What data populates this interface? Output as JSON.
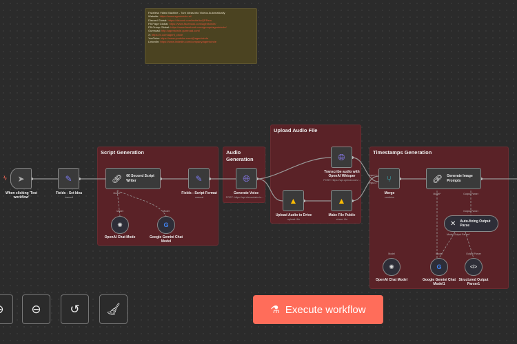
{
  "note": {
    "title": "Faceless Video Machine - Turn Ideas into Videos Automatically",
    "links": [
      {
        "label": "Website:",
        "url": "https://www.agentcircle.ai/"
      },
      {
        "label": "Discord Global:",
        "url": "https://discord.com/invite/bzQPPem"
      },
      {
        "label": "FB Page Global:",
        "url": "https://www.facebook.com/agentcircle/"
      },
      {
        "label": "FB Group Global:",
        "url": "https://www.facebook.com/groups/agentcircle/"
      },
      {
        "label": "Gumroad:",
        "url": "http://agentcircle.gumroad.com/"
      },
      {
        "label": "X:",
        "url": "https://x.com/agent_circle"
      },
      {
        "label": "YouTube:",
        "url": "https://www.youtube.com/@agentcircle"
      },
      {
        "label": "LinkedIn:",
        "url": "https://www.linkedin.com/company/agentcircle"
      }
    ]
  },
  "groups": {
    "script": "Script Generation",
    "audio": "Audio Generation",
    "upload": "Upload Audio File",
    "timestamps": "Timestamps Generation"
  },
  "nodes": {
    "trigger": {
      "label": "When clicking 'Test workflow'"
    },
    "set_idea": {
      "label": "Fields - Set Idea",
      "sub": "manual"
    },
    "script_writer": {
      "label": "60 Second Script Writer"
    },
    "script_format": {
      "label": "Fields - Script Format",
      "sub": "manual"
    },
    "generate_voice": {
      "label": "Generate Voice",
      "sub": "POST: https://api.elevenlabs.io..."
    },
    "transcribe": {
      "label": "Transcribe audio with OpenAI Whisper",
      "sub": "POST: https://api.openai.com/..."
    },
    "upload_drive": {
      "label": "Upload Audio to Drive",
      "sub": "upload: file"
    },
    "make_public": {
      "label": "Make File Public",
      "sub": "share: file"
    },
    "merge": {
      "label": "Merge",
      "sub": "combine",
      "in1": "Input 1",
      "in2": "Input 2"
    },
    "image_prompts": {
      "label": "Generate Image Prompts"
    },
    "autofix": {
      "label": "Auto-fixing Output Parse"
    },
    "openai1": {
      "label": "OpenAI Chat Mode"
    },
    "gemini1": {
      "label": "Google Gemini Chat Model"
    },
    "openai2": {
      "label": "OpenAI Chat Model"
    },
    "gemini2": {
      "label": "Google Gemini Chat Model1"
    },
    "structured": {
      "label": "Structured Output Parser1"
    }
  },
  "ports": {
    "model": "Model",
    "model_req": "Model*",
    "output_parser": "Output Parser",
    "model_parser": "Model Output Parser*"
  },
  "toolbar": {
    "execute": "Execute workflow"
  }
}
